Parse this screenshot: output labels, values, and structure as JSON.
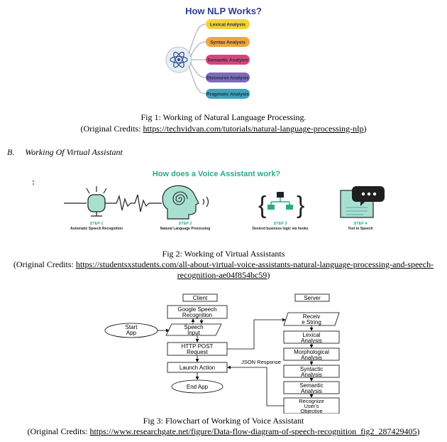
{
  "fig1": {
    "title": "How NLP Works?",
    "items": [
      {
        "label": "Lexical Analysis",
        "color": "#f5d23a"
      },
      {
        "label": "Syntax Analysis",
        "color": "#f2a53a"
      },
      {
        "label": "Semantic Analysis",
        "color": "#d8457a"
      },
      {
        "label": "Discourse Analysis",
        "color": "#7d6bb8"
      },
      {
        "label": "Pragmatic Analysis",
        "color": "#3ea3b8"
      }
    ],
    "caption": "Fig 1: Working of Natural Language Processing.",
    "credits_prefix": "(Original Credits: ",
    "credits_link": "https://techvidvan.com/tutorials/natural-language-processing-nlp",
    "credits_suffix": ")"
  },
  "section": {
    "label": "B.",
    "title": "Working Of Virtual Assistant"
  },
  "fig2": {
    "title": "How does a Voice Assistant work?",
    "accent": "#2ba88a",
    "steps": [
      {
        "step": "STEP 1",
        "text": "Automatic Speech Recognition"
      },
      {
        "step": "STEP 2",
        "text": "Natural Language Processing"
      },
      {
        "step": "STEP 3",
        "text": "Desired business logic via hooks"
      },
      {
        "step": "STEP 4",
        "text": "Text to Speech"
      }
    ],
    "caption": "Fig 2: Working of Virtual Assistants",
    "credits_prefix": "(Original Credits: ",
    "credits_link_1": "https://studentsxstudents.com/all-about-virtual-voice-assistants-natural-language-processing-and-speech-",
    "credits_link_2": "recognition-ae04f854bc59",
    "credits_suffix": ")"
  },
  "fig3": {
    "client": "Client",
    "server": "Server",
    "google_1": "Google Speech",
    "google_2": "Recognition",
    "start_1": "Start",
    "start_2": "App",
    "speech_1": "Speech",
    "speech_2": "Input",
    "http_1": "HTTP POST",
    "http_2": "Request",
    "launch": "Launch Action",
    "end": "End App",
    "json": "JSON Response",
    "receive_1": "Receiv",
    "receive_2": "e String",
    "lexical_1": "Lexical",
    "lexical_2": "Analysis",
    "morph_1": "Morphological",
    "morph_2": "Analysis",
    "syntactic_1": "Syntactic",
    "syntactic_2": "Analysis",
    "semantic_1": "Semantic",
    "semantic_2": "Analysis",
    "recognize_1": "Recognize",
    "recognize_2": "User's",
    "recognize_3": "Objective",
    "caption": "Fig 3: Flowchart of Working of Voice Assistant",
    "credits_prefix": "(Original Credits: ",
    "credits_link": "https://www.researchgate.net/figure/Data-flow-diagram-of-speech-recognition_fig2_287429405",
    "credits_suffix": ")"
  }
}
